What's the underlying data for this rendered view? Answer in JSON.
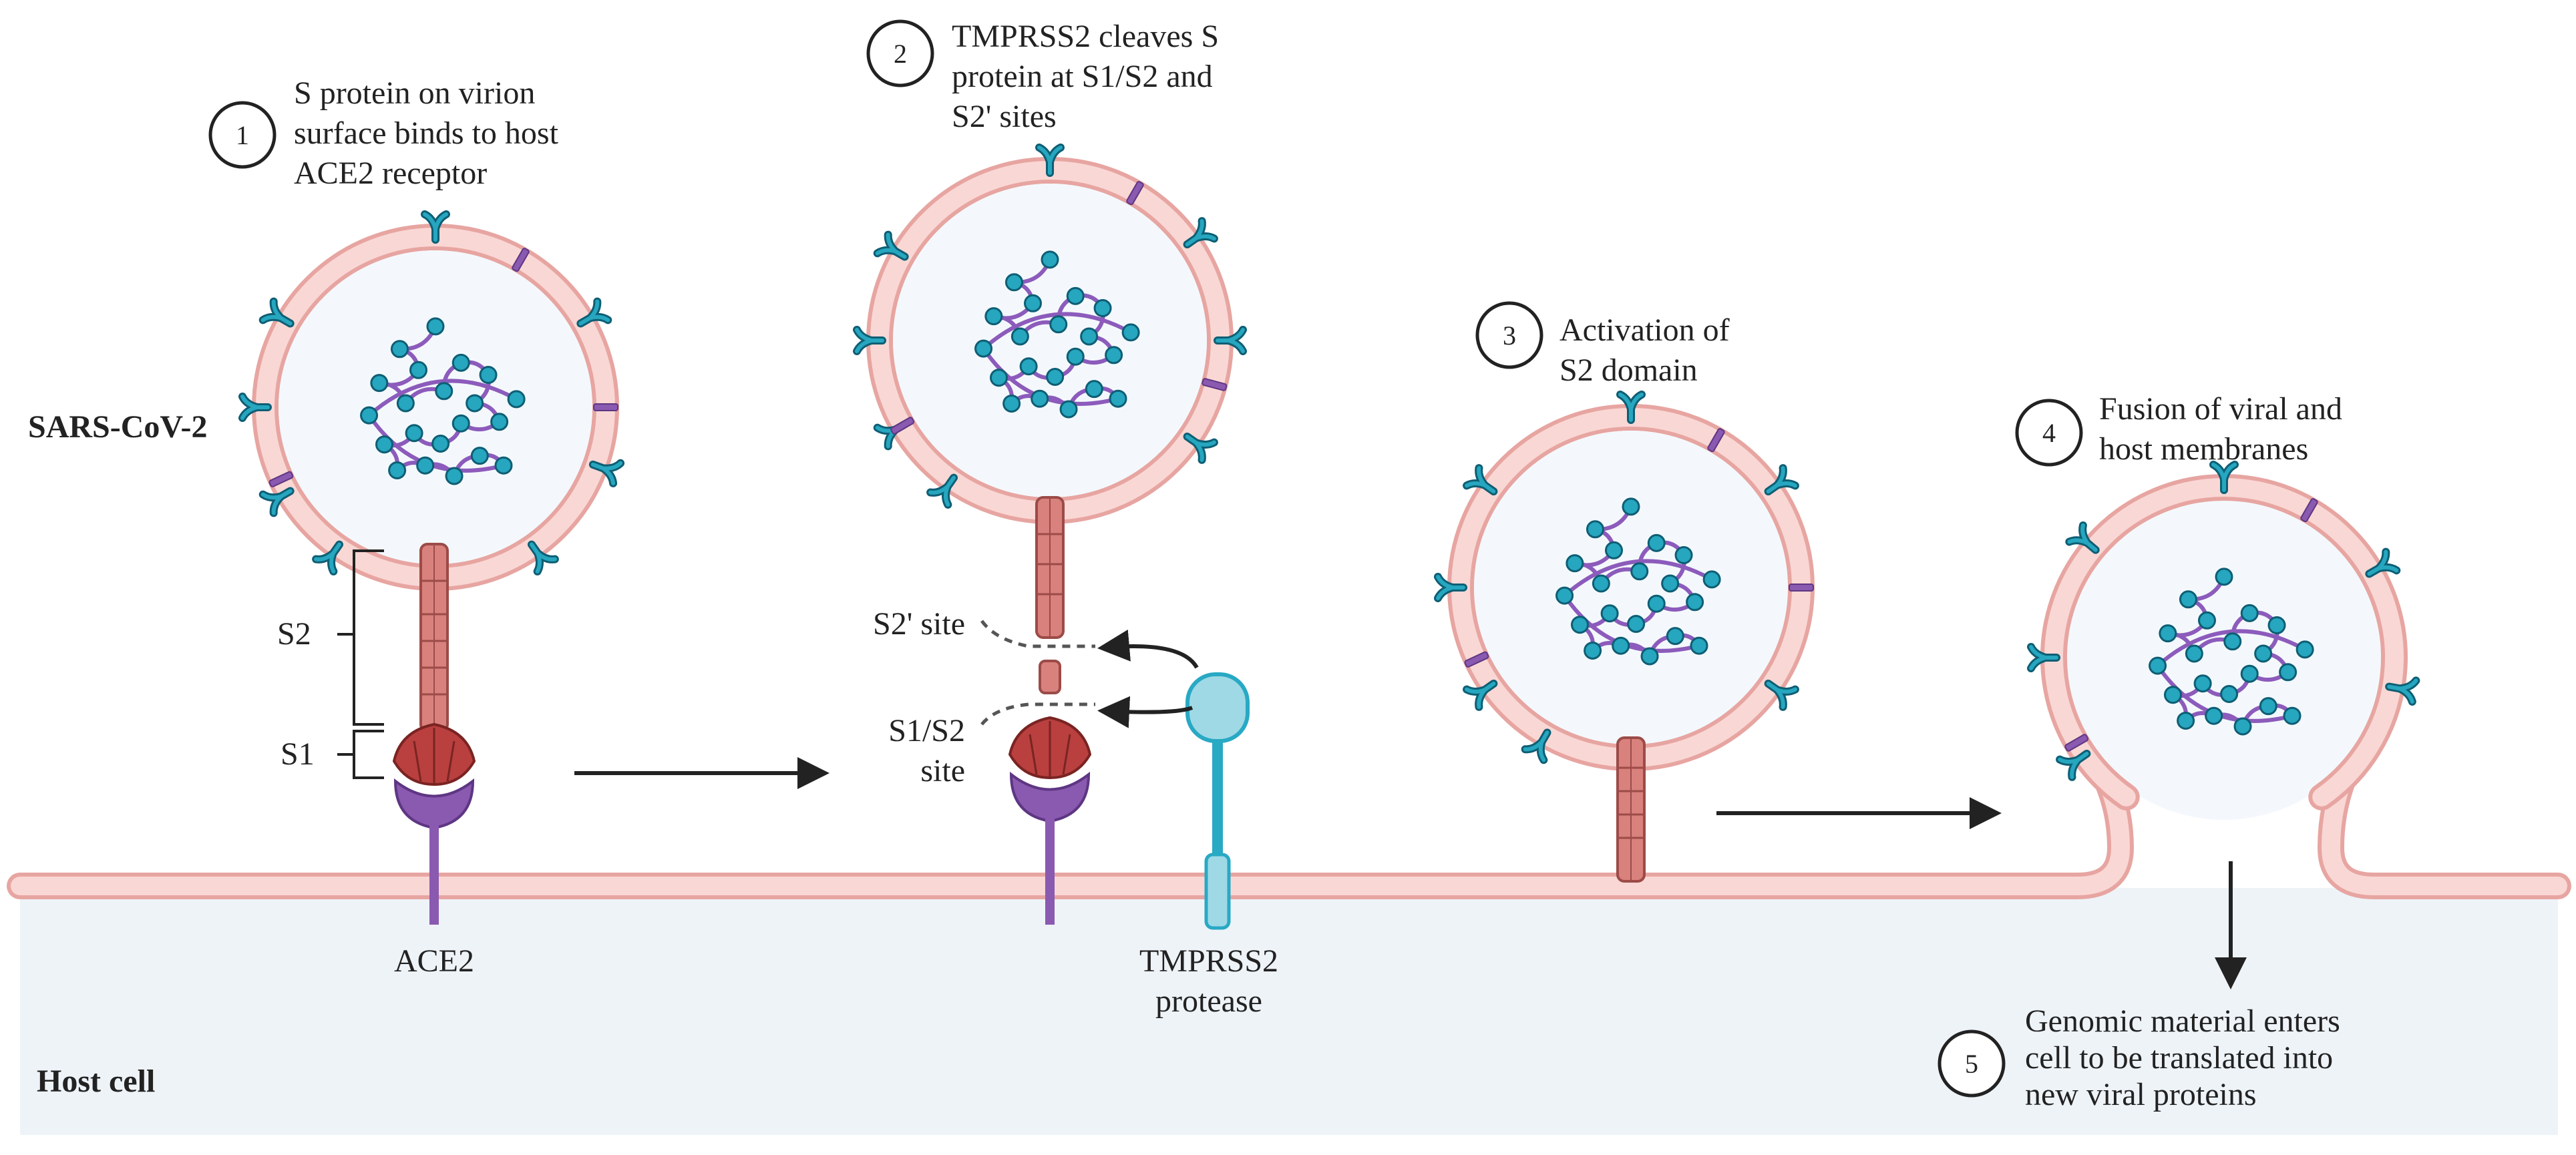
{
  "colors": {
    "membrane_fill": "#f9d7d4",
    "membrane_line": "#e7a5a1",
    "virion_interior": "#f4f8fc",
    "cell_interior": "#eef3f8",
    "rna_strand": "#8c5bbb",
    "rna_bead": "#26a6bf",
    "rna_bead_edge": "#0e5e74",
    "spike_stalk": "#d9817d",
    "spike_stalk_edge": "#9c4b48",
    "s1_head": "#b9403f",
    "ace2": "#8a59b0",
    "tmprss2_head": "#9fd9e6",
    "tmprss2_stem": "#28a9c4",
    "arrow": "#222222"
  },
  "icons": {
    "virion": "coronavirus-virion-icon",
    "spike": "spike-protein-icon",
    "receptor": "ace2-receptor-icon",
    "protease": "tmprss2-protease-icon"
  },
  "labels": {
    "virus": "SARS-CoV-2",
    "s2": "S2",
    "s1": "S1",
    "ace2": "ACE2",
    "s2_prime_site": "S2' site",
    "s1s2_line1": "S1/S2",
    "s1s2_line2": "site",
    "tmprss2_line1": "TMPRSS2",
    "tmprss2_line2": "protease",
    "host_cell": "Host cell"
  },
  "steps": [
    {
      "number": "1",
      "lines": [
        "S protein on virion",
        "surface binds to host",
        "ACE2 receptor"
      ]
    },
    {
      "number": "2",
      "lines": [
        "TMPRSS2 cleaves S",
        "protein at S1/S2 and",
        "S2' sites"
      ]
    },
    {
      "number": "3",
      "lines": [
        "Activation of",
        "S2 domain"
      ]
    },
    {
      "number": "4",
      "lines": [
        "Fusion of viral and",
        "host membranes"
      ]
    },
    {
      "number": "5",
      "lines": [
        "Genomic material enters",
        "cell to be translated into",
        "new viral proteins"
      ]
    }
  ]
}
